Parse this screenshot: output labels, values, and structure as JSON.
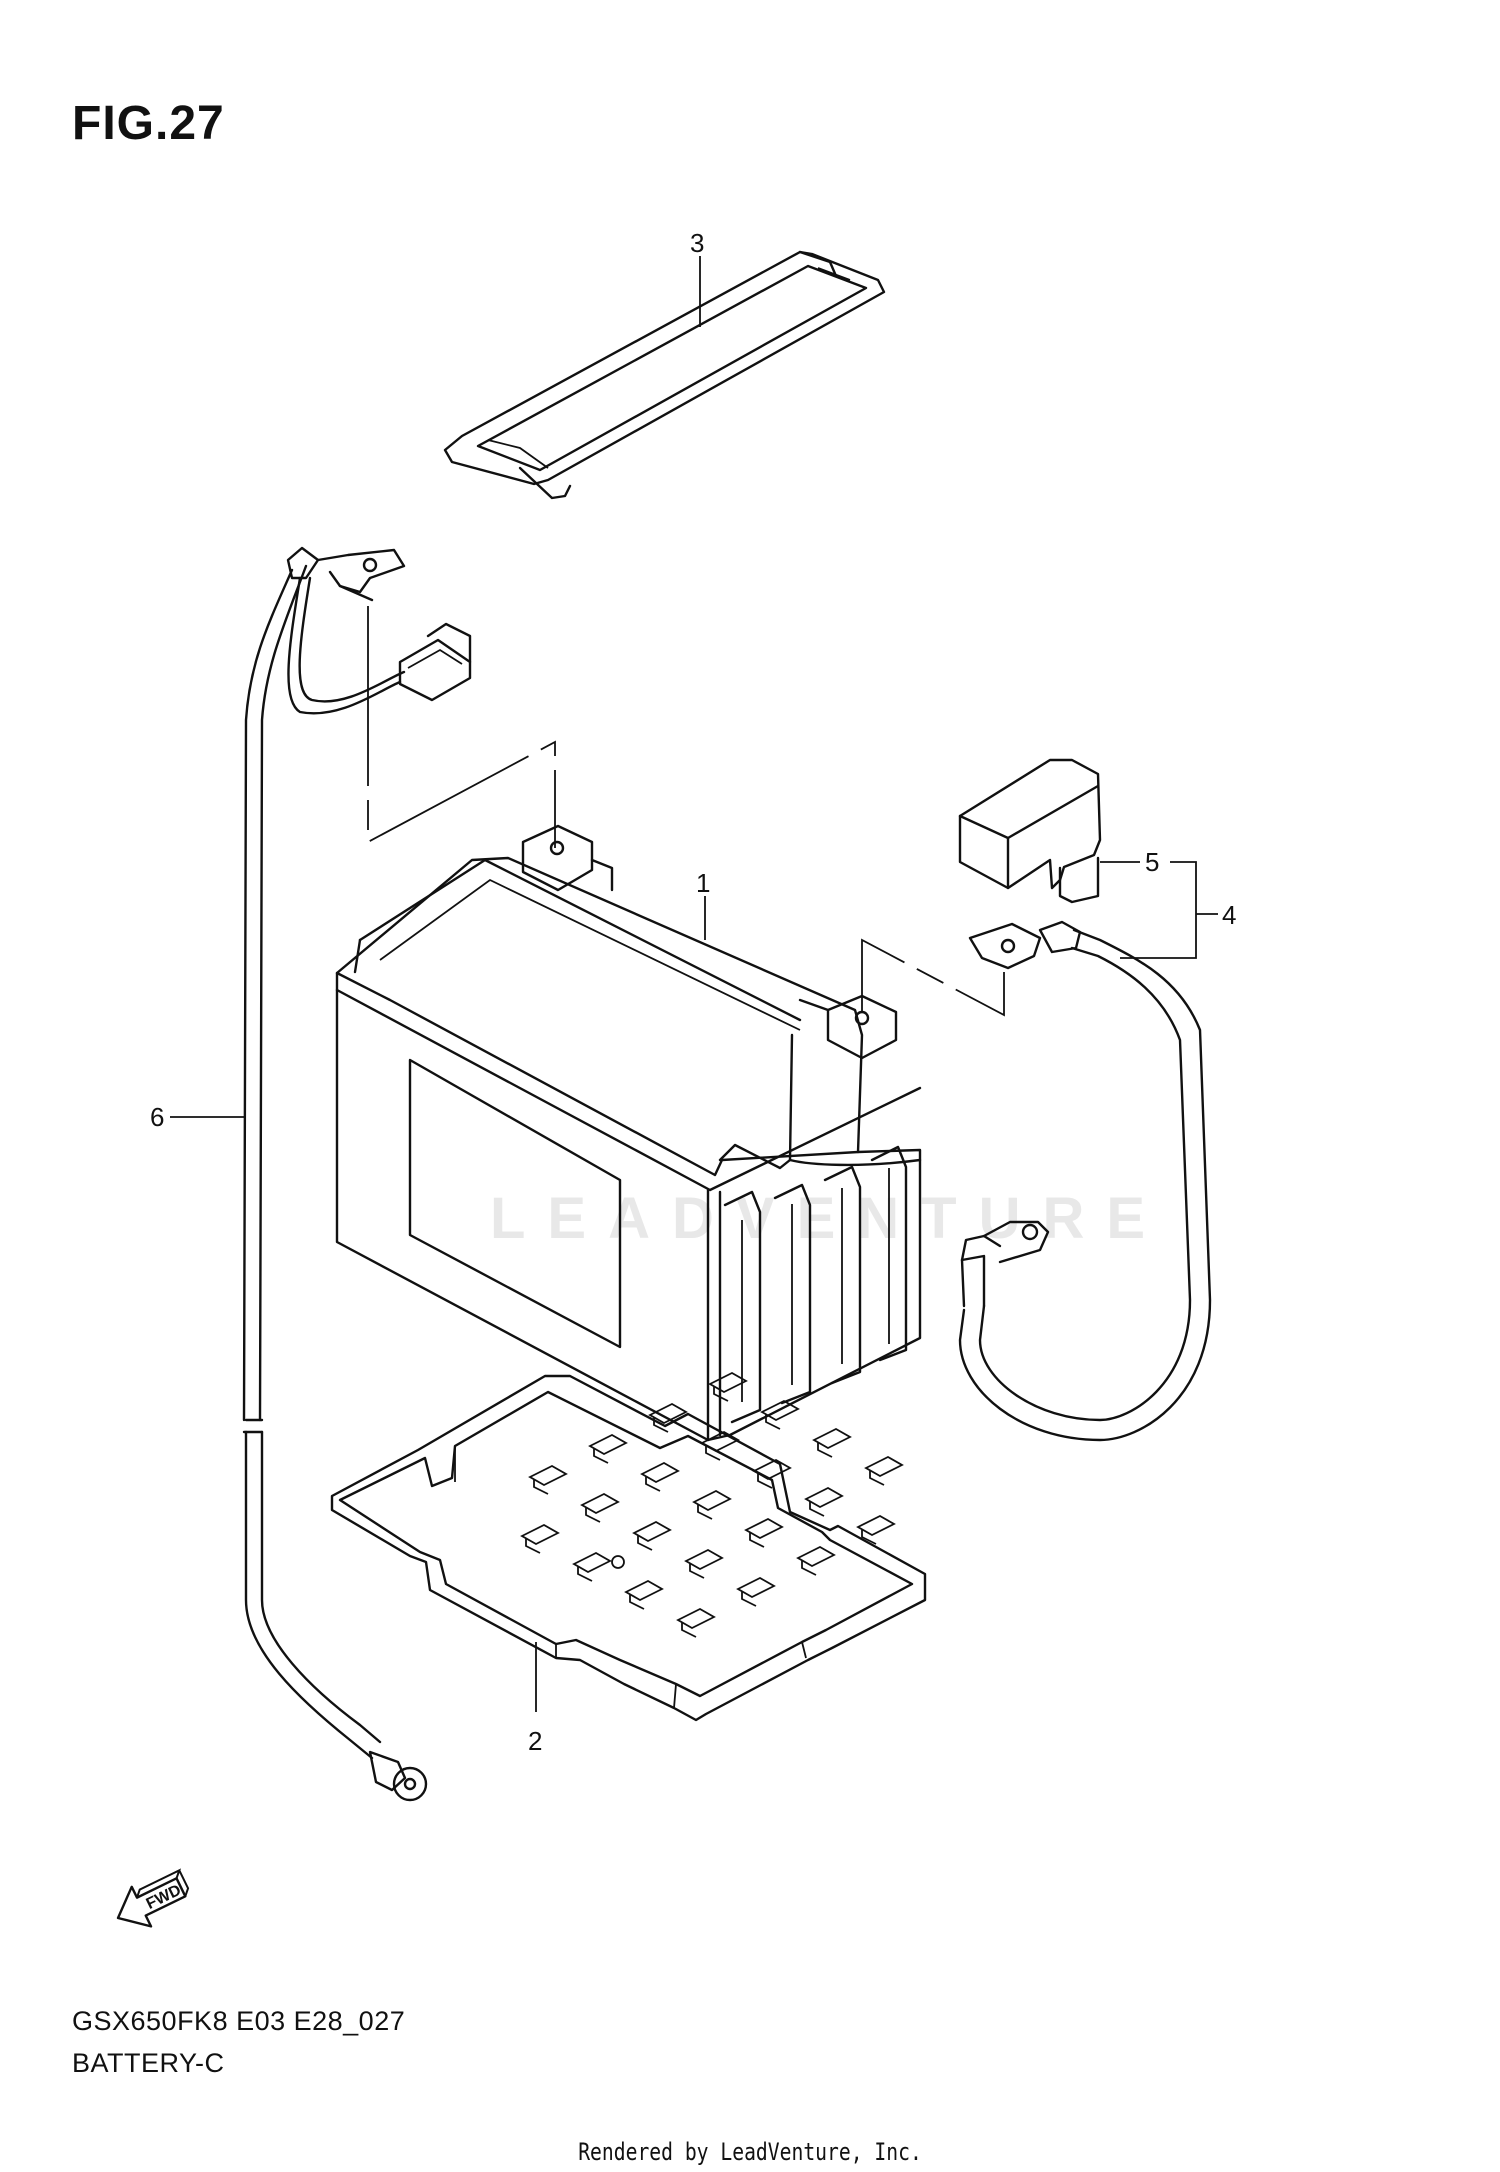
{
  "figure": {
    "title": "FIG.27",
    "code": "GSX650FK8 E03 E28_027",
    "name": "BATTERY-C",
    "rendered_by": "Rendered by LeadVenture, Inc.",
    "watermark": "LEADVENTURE",
    "fwd_label": "FWD"
  },
  "callouts": [
    "1",
    "2",
    "3",
    "4",
    "5",
    "6"
  ]
}
